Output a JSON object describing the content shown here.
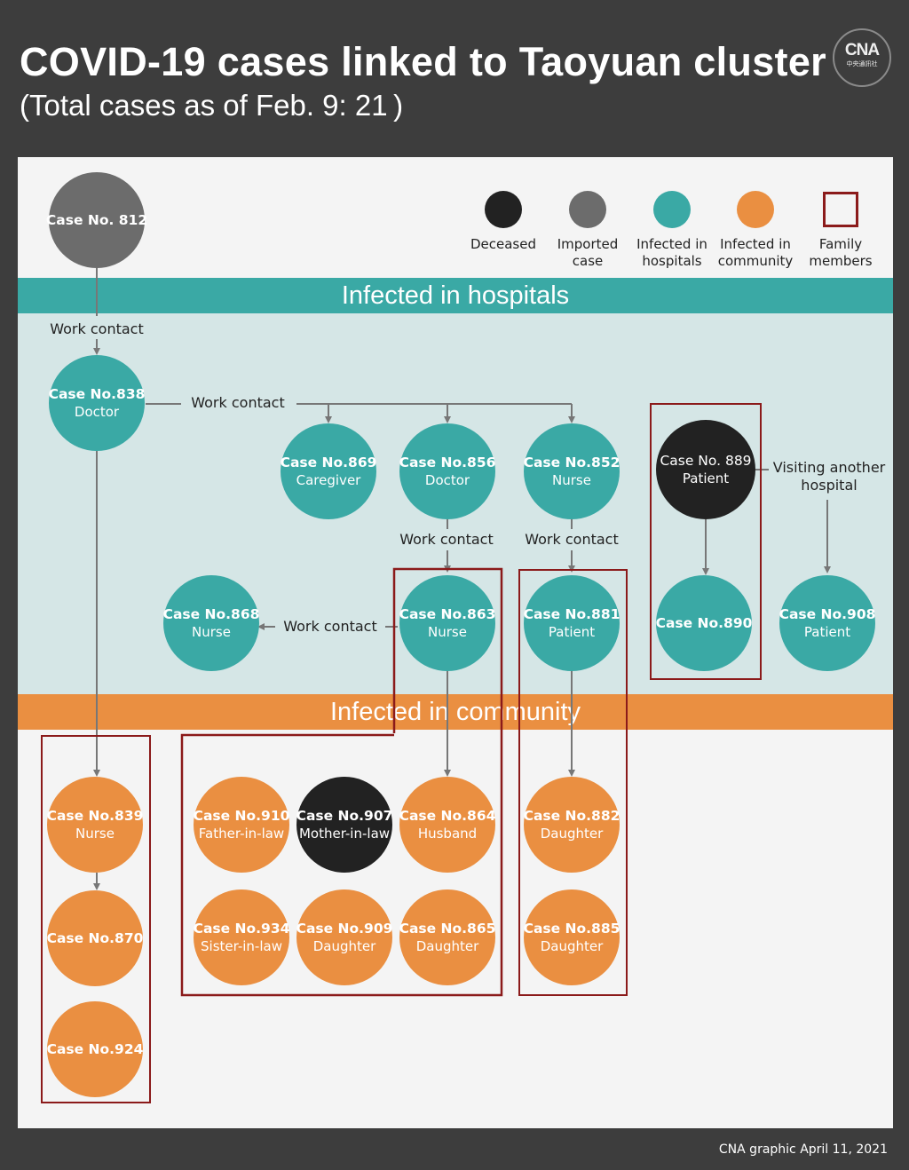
{
  "title": "COVID-19 cases linked to Taoyuan cluster",
  "subtitle": "(Total cases as of Feb. 9: 21 )",
  "logo": {
    "mark": "CNA",
    "text": "中央通訊社"
  },
  "legend": [
    {
      "label": "Deceased",
      "color": "#222222"
    },
    {
      "label": "Imported\ncase",
      "color": "#6c6c6c"
    },
    {
      "label": "Infected in\nhospitals",
      "color": "#3aa9a5"
    },
    {
      "label": "Infected in\ncommunity",
      "color": "#ea8f41"
    },
    {
      "label": "Family\nmembers",
      "color": "#8b1a1a"
    }
  ],
  "bands": {
    "hospitals": "Infected in hospitals",
    "community": "Infected in community"
  },
  "cases": {
    "c812": {
      "name": "Case No. 812",
      "role": ""
    },
    "c838": {
      "name": "Case No.838",
      "role": "Doctor"
    },
    "c869": {
      "name": "Case No.869",
      "role": "Caregiver"
    },
    "c856": {
      "name": "Case No.856",
      "role": "Doctor"
    },
    "c852": {
      "name": "Case No.852",
      "role": "Nurse"
    },
    "c889": {
      "name": "Case No. 889",
      "role": "Patient"
    },
    "c868": {
      "name": "Case No.868",
      "role": "Nurse"
    },
    "c863": {
      "name": "Case No.863",
      "role": "Nurse"
    },
    "c881": {
      "name": "Case No.881",
      "role": "Patient"
    },
    "c890": {
      "name": "Case No.890",
      "role": ""
    },
    "c908": {
      "name": "Case No.908",
      "role": "Patient"
    },
    "c839": {
      "name": "Case No.839",
      "role": "Nurse"
    },
    "c870": {
      "name": "Case No.870",
      "role": ""
    },
    "c924": {
      "name": "Case No.924",
      "role": ""
    },
    "c910": {
      "name": "Case No.910",
      "role": "Father-in-law"
    },
    "c907": {
      "name": "Case No.907",
      "role": "Mother-in-law"
    },
    "c864": {
      "name": "Case No.864",
      "role": "Husband"
    },
    "c882": {
      "name": "Case No.882",
      "role": "Daughter"
    },
    "c934": {
      "name": "Case No.934",
      "role": "Sister-in-law"
    },
    "c909": {
      "name": "Case No.909",
      "role": "Daughter"
    },
    "c865": {
      "name": "Case No.865",
      "role": "Daughter"
    },
    "c885": {
      "name": "Case No.885",
      "role": "Daughter"
    }
  },
  "edges": {
    "e812_838": "Work contact",
    "e838_multi": "Work contact",
    "e856_863": "Work contact",
    "e852_881": "Work contact",
    "e863_868": "Work contact",
    "e889_908": "Visiting another\nhospital"
  },
  "colors": {
    "deceased": "#222222",
    "imported": "#6c6c6c",
    "hospital": "#3aa9a5",
    "community": "#ea8f41",
    "family_frame": "#8b1a1a"
  },
  "credit": "CNA graphic April 11, 2021"
}
